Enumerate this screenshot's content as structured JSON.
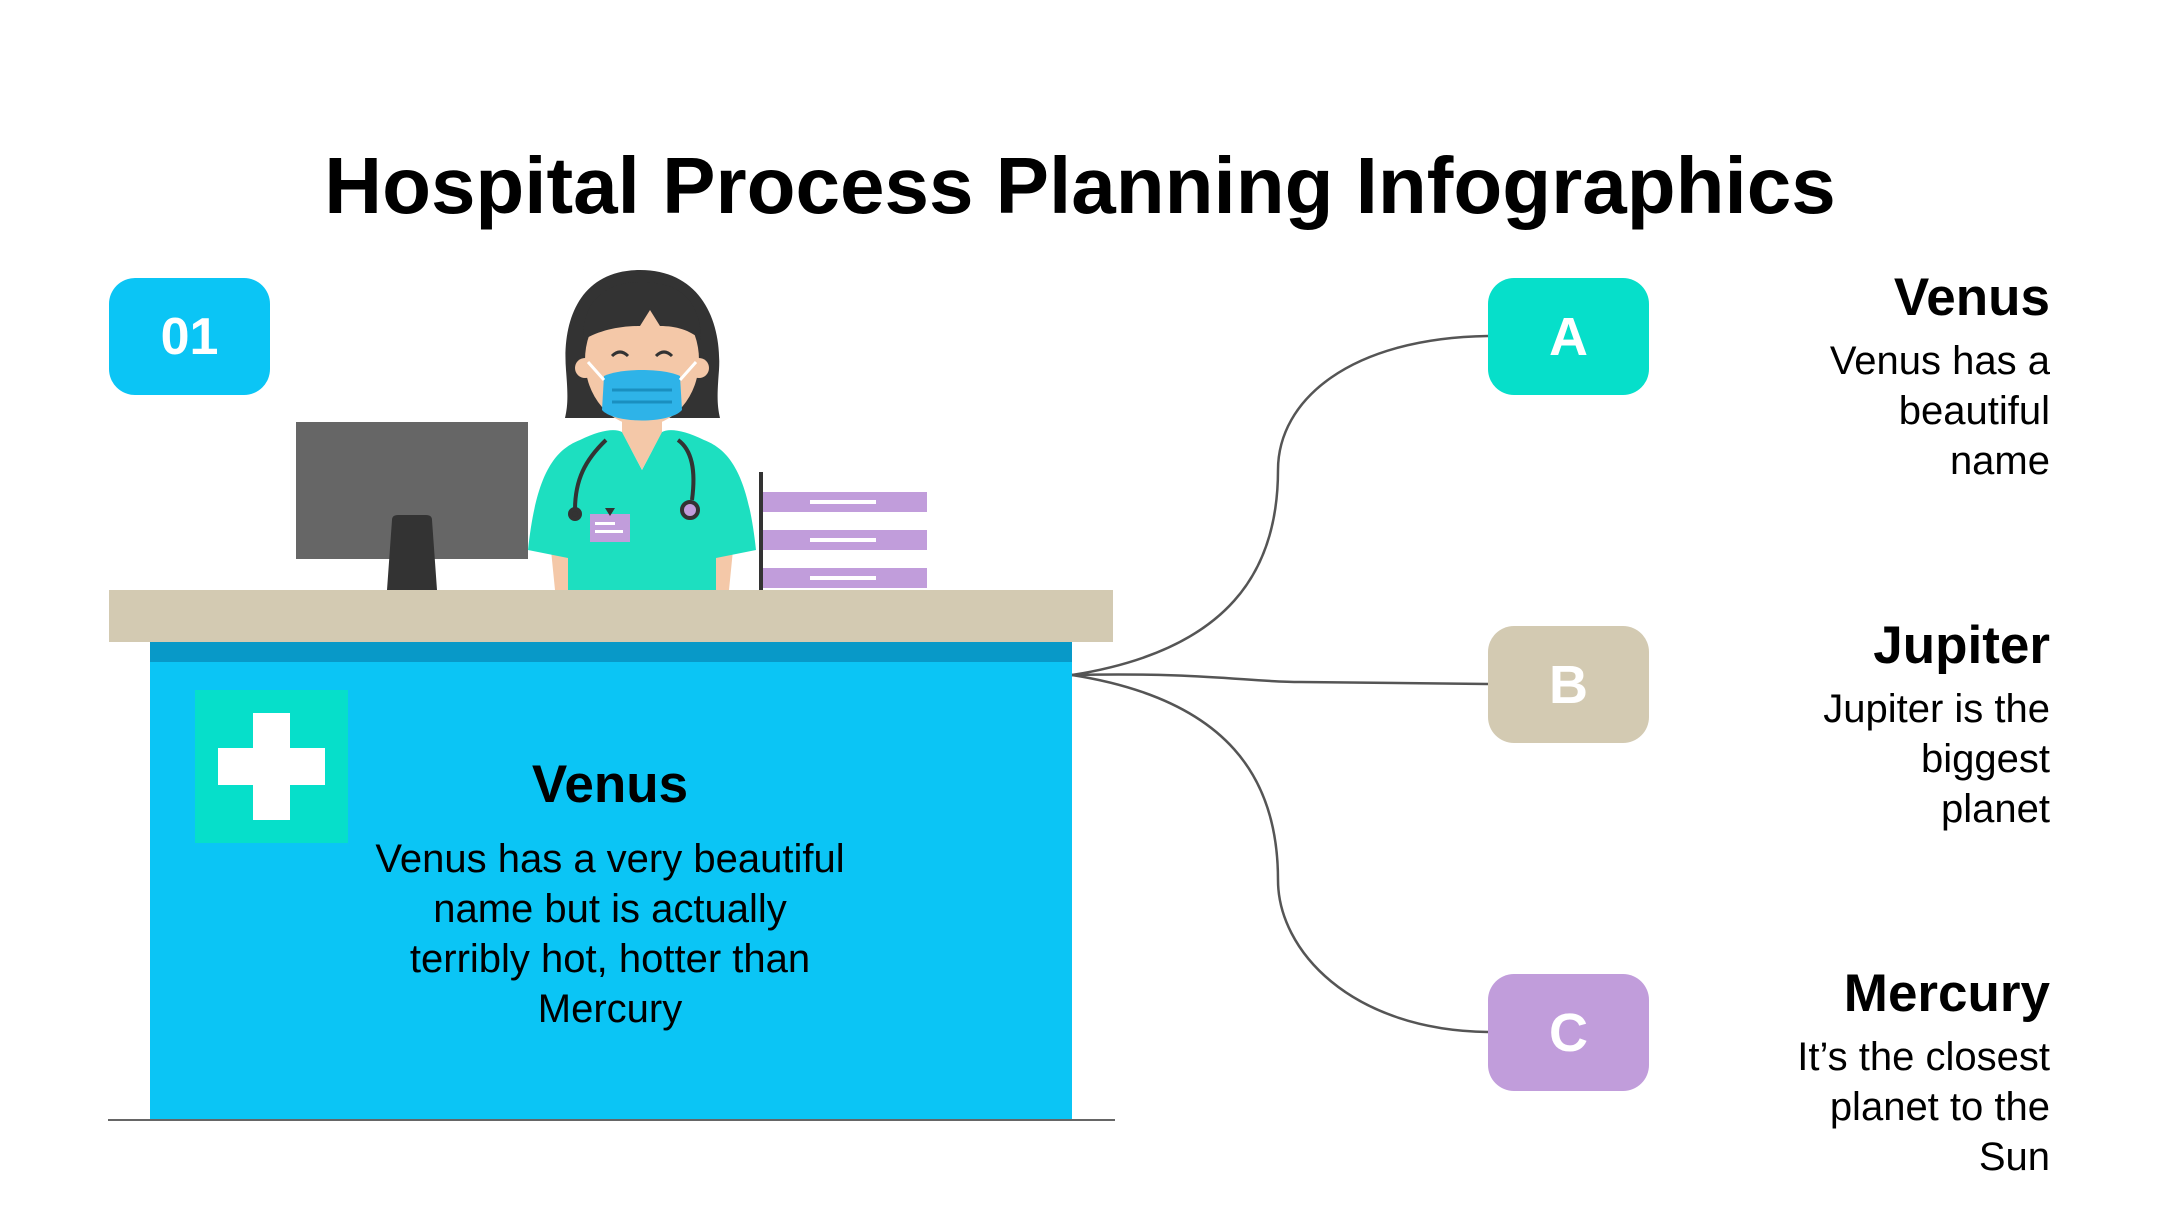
{
  "title": "Hospital Process Planning Infographics",
  "step": "01",
  "desk": {
    "title": "Venus",
    "text": "Venus has a very beautiful name but is actually terribly hot, hotter than Mercury"
  },
  "options": [
    {
      "letter": "A",
      "title": "Venus",
      "text": "Venus has a beautiful name",
      "color": "#06dfca"
    },
    {
      "letter": "B",
      "title": "Jupiter",
      "text": "Jupiter is the biggest planet",
      "color": "#d3cab2"
    },
    {
      "letter": "C",
      "title": "Mercury",
      "text": "It’s the closest planet to the Sun",
      "color": "#c19ddb"
    }
  ],
  "colors": {
    "desk_front": "#0bc5f5",
    "desk_top": "#d3cab2",
    "scrubs": "#1ddfc0",
    "mask": "#2eb3e8",
    "folders": "#c19ddb",
    "cross_bg": "#06dfca"
  },
  "icons": [
    "monitor-icon",
    "nurse-icon",
    "stethoscope-icon",
    "folders-icon",
    "medical-cross-icon"
  ]
}
